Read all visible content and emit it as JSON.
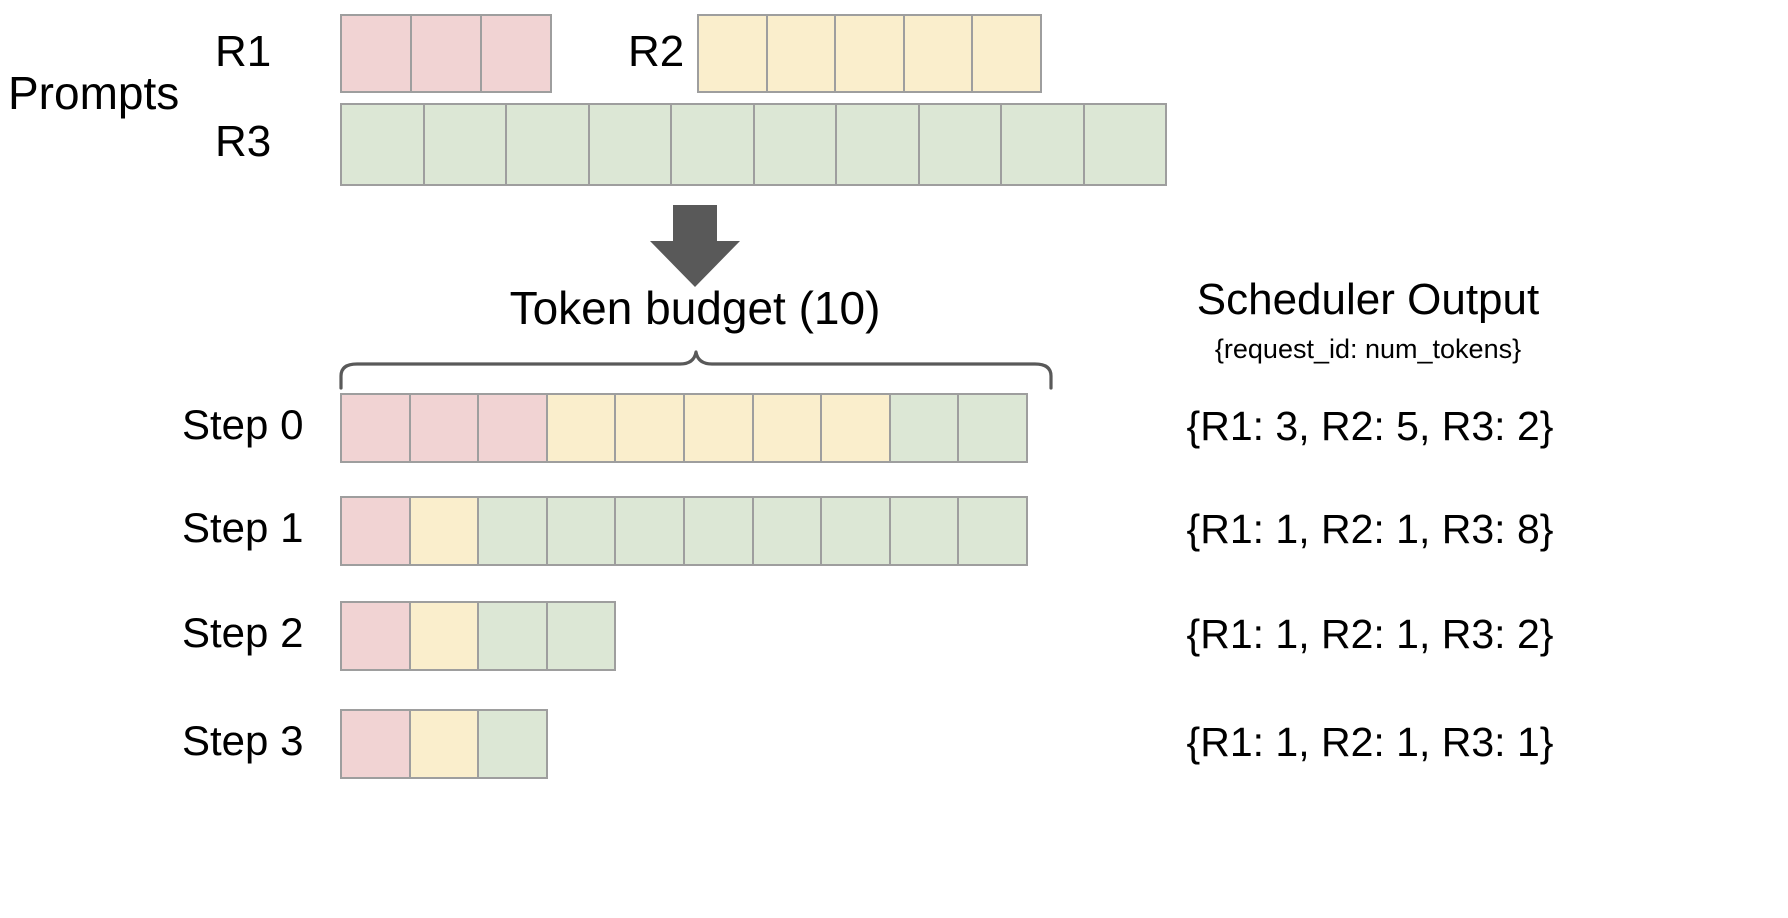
{
  "diagram": {
    "prompts_label": "Prompts",
    "requests": [
      {
        "id": "R1",
        "label": "R1",
        "tokens": 3,
        "color_key": "r1"
      },
      {
        "id": "R2",
        "label": "R2",
        "tokens": 5,
        "color_key": "r2"
      },
      {
        "id": "R3",
        "label": "R3",
        "tokens": 10,
        "color_key": "r3"
      }
    ],
    "arrow_icon": "down-arrow-icon",
    "brace_icon": "curly-brace-icon",
    "token_budget_label": "Token  budget (10)",
    "token_budget_value": 10,
    "scheduler_output": {
      "title": "Scheduler Output",
      "subtitle": "{request_id: num_tokens}"
    },
    "steps": [
      {
        "label": "Step 0",
        "segments": [
          {
            "color_key": "r1",
            "count": 3
          },
          {
            "color_key": "r2",
            "count": 5
          },
          {
            "color_key": "r3",
            "count": 2
          }
        ],
        "output": "{R1: 3, R2: 5, R3: 2}"
      },
      {
        "label": "Step 1",
        "segments": [
          {
            "color_key": "r1",
            "count": 1
          },
          {
            "color_key": "r2",
            "count": 1
          },
          {
            "color_key": "r3",
            "count": 8
          }
        ],
        "output": "{R1: 1, R2: 1, R3: 8}"
      },
      {
        "label": "Step 2",
        "segments": [
          {
            "color_key": "r1",
            "count": 1
          },
          {
            "color_key": "r2",
            "count": 1
          },
          {
            "color_key": "r3",
            "count": 2
          }
        ],
        "output": "{R1: 1, R2: 1, R3: 2}"
      },
      {
        "label": "Step 3",
        "segments": [
          {
            "color_key": "r1",
            "count": 1
          },
          {
            "color_key": "r2",
            "count": 1
          },
          {
            "color_key": "r3",
            "count": 1
          }
        ],
        "output": "{R1: 1, R2: 1, R3: 1}"
      }
    ],
    "colors": {
      "r1": "#f1d3d3",
      "r2": "#faeecc",
      "r3": "#dce7d5",
      "cell_border": "#9e9e9e",
      "arrow": "#595959",
      "brace": "#595959",
      "text": "#000000",
      "background": "#ffffff"
    }
  }
}
